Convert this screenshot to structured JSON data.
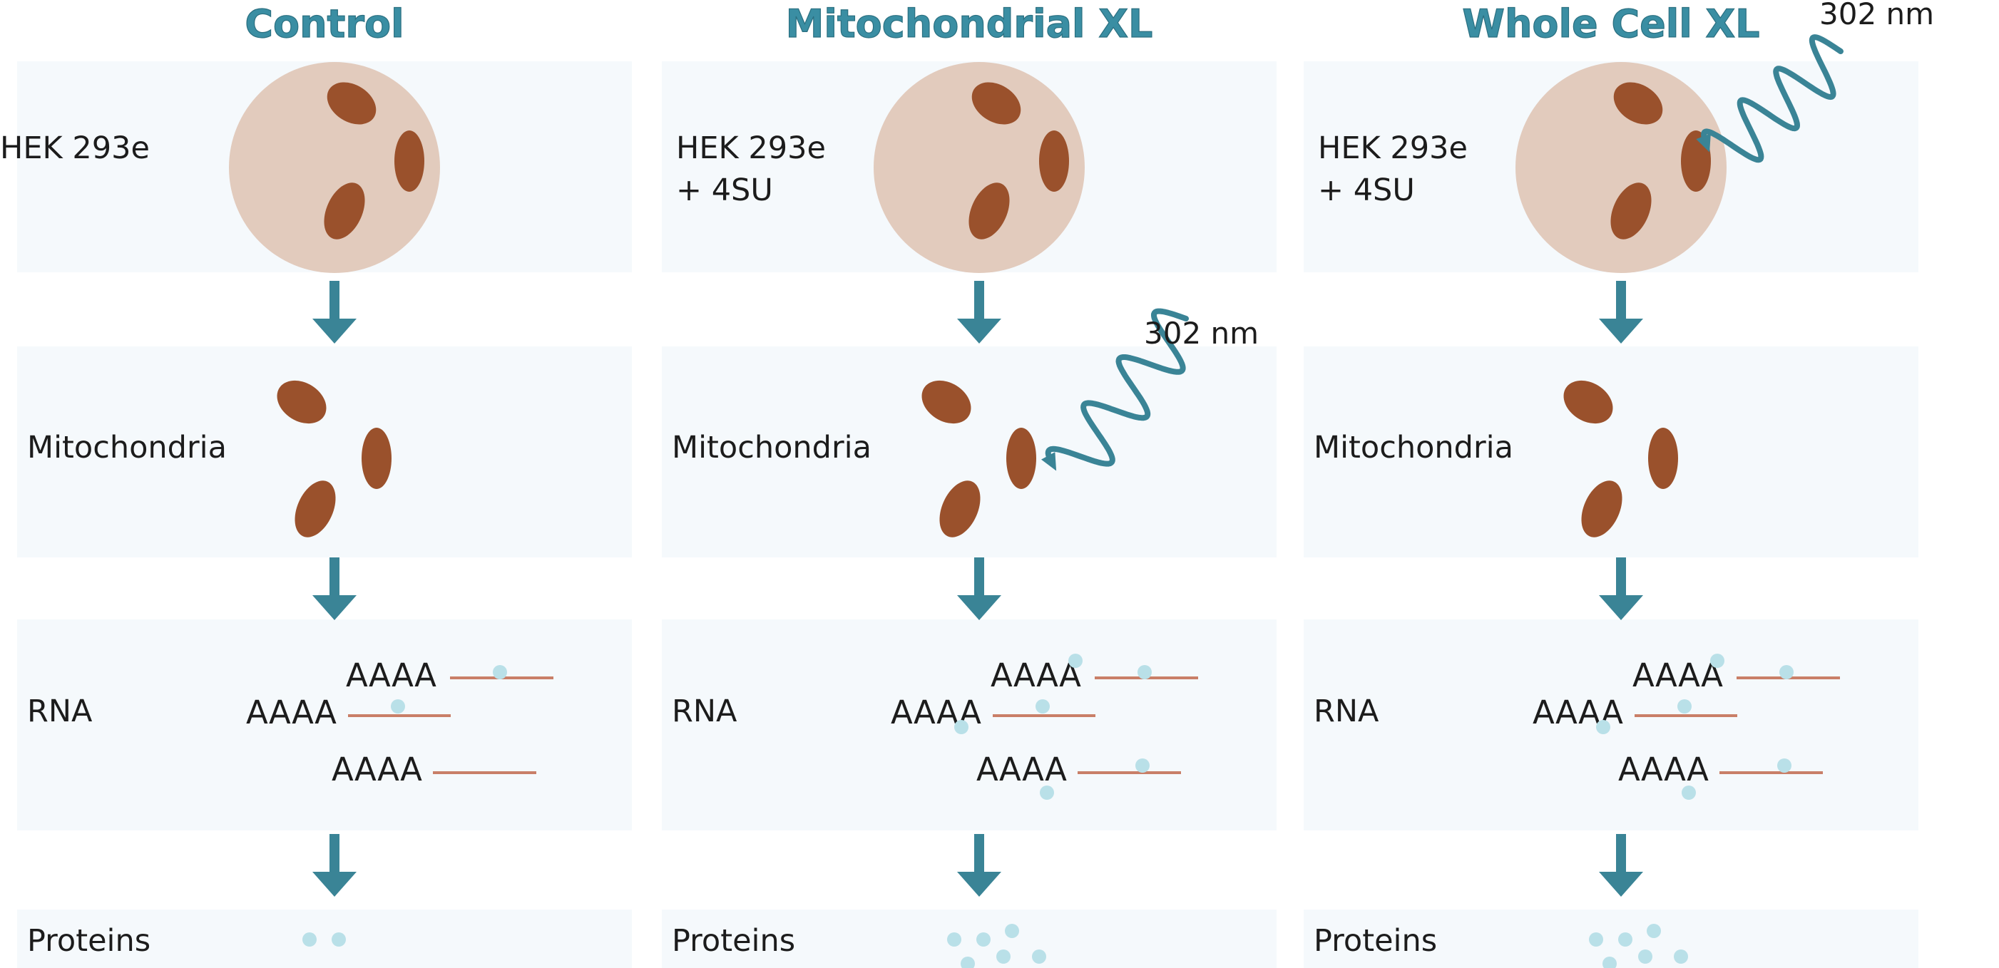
{
  "columns": [
    {
      "title": "Control",
      "cell_label": [
        "HEK 293e"
      ],
      "mito_label": "Mitochondria",
      "rna_label": "RNA",
      "protein_label": "Proteins",
      "polya": [
        "AAAA",
        "AAAA",
        "AAAA"
      ]
    },
    {
      "title": "Mitochondrial XL",
      "cell_label": [
        "HEK 293e",
        "+ 4SU"
      ],
      "mito_label": "Mitochondria",
      "rna_label": "RNA",
      "protein_label": "Proteins",
      "polya": [
        "AAAA",
        "AAAA",
        "AAAA"
      ],
      "uv_label": "302 nm"
    },
    {
      "title": "Whole Cell XL",
      "cell_label": [
        "HEK 293e",
        "+ 4SU"
      ],
      "mito_label": "Mitochondria",
      "rna_label": "RNA",
      "protein_label": "Proteins",
      "polya": [
        "AAAA",
        "AAAA",
        "AAAA"
      ],
      "uv_label": "302 nm"
    }
  ],
  "colors": {
    "panel_bg": "#f5f9fc",
    "cell": "#e2cbbd",
    "mitochondria": "#9a512c",
    "arrow": "#3a8496",
    "uv_wave": "#3a8496",
    "rna_line": "#c97f68",
    "dot": "#b9e0e8",
    "title": "#3a8ea3"
  }
}
